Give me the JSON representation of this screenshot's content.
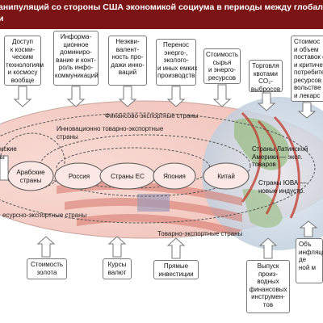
{
  "title": {
    "line1": "анипуляций со стороны США экономикой социума в периоды между глобальными управле",
    "line2": "и"
  },
  "top_boxes": [
    "Доступ\nк косми-\nческим\nтехнологиям\nи космосу\nвообще",
    "Информа-\nционное\nдоминиро-\nвание и конт-\nроль инфо-\nкоммуникаций",
    "Неэкви-\nвалент-\nность про-\nдажи инно-\nваций",
    "Перенос\nэнерго-,\nэколого-\nи иных емких\nпроизводств",
    "Стоимость\nсырья\nи энерго-\nресурсов",
    "Торговля\nквотами\nCO₂-\nвыбросов",
    "Стоимос\nи объем\nпоставок с\nи критиче\nпотребител\nресурсов (\nвольстве\nи лекарс"
  ],
  "bottom_boxes": [
    "Стоимость\nзолота",
    "Курсы\nвалют",
    "Прямые\nинвестиции",
    "Выпуск\nпроиз-\nводных\nфинансовых\nинструмен-\nтов",
    "Объ\nинфляци\nде\nной м"
  ],
  "groups": {
    "financial": "Финансово-экспортные страны",
    "innovation": "Инновационно товарно-экспортные\nстраны",
    "resource": "есурсно-экспортные страны",
    "commodity": "Товарно-экспортные страны"
  },
  "countries": {
    "left_partial": "нские\nы",
    "arab": "Арабские\nстраны",
    "russia": "Россия",
    "eu": "Страны ЕС",
    "japan": "Япония",
    "china": "Китай",
    "latam": "Страны Латинской\nАмерики — эксп.\nтоваров",
    "asean": "Страны ЮВА —\nновые индустр."
  },
  "colors": {
    "title_bg": "#7b1414",
    "title_text": "#ffffff",
    "oval_fill": "#f6d6d0",
    "arrow_fill": "#ffffff",
    "arrow_stroke": "#777777"
  }
}
